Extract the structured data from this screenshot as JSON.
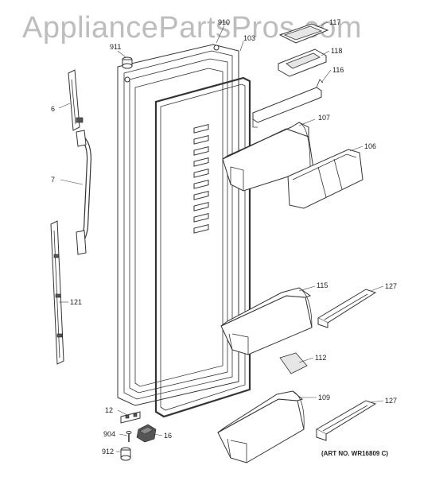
{
  "watermark": "AppliancePartsPros.com",
  "art_number": "(ART NO. WR16809 C)",
  "callouts": {
    "c910": "910",
    "c103": "103",
    "c911": "911",
    "c117": "117",
    "c118": "118",
    "c116": "116",
    "c6": "6",
    "c7": "7",
    "c107": "107",
    "c106": "106",
    "c121": "121",
    "c115": "115",
    "c127a": "127",
    "c112": "112",
    "c12": "12",
    "c109": "109",
    "c127b": "127",
    "c904": "904",
    "c16": "16",
    "c912": "912"
  }
}
